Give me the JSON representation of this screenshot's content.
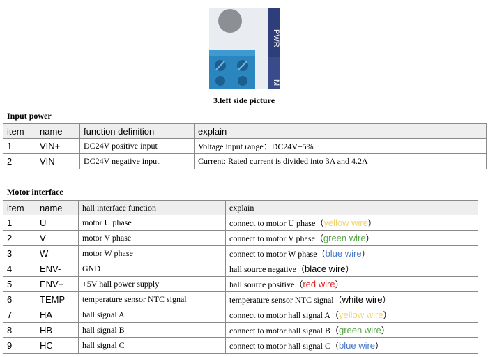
{
  "picture": {
    "caption": "3.left side picture",
    "silkscreen": "PWR",
    "silkscreen2": "M"
  },
  "input_power": {
    "title": "Input power",
    "headers": [
      "item",
      "name",
      "function definition",
      "explain"
    ],
    "rows": [
      {
        "item": "1",
        "name": "VIN+",
        "func": "DC24V positive input"
      },
      {
        "item": "2",
        "name": "VIN-",
        "func": "DC24V negative input"
      }
    ],
    "explain": [
      "Voltage input range：DC24V±5%",
      "Current: Rated current is divided into 3A and 4.2A"
    ]
  },
  "motor_interface": {
    "title": "Motor interface",
    "headers": [
      "item",
      "name",
      "hall interface function",
      "explain"
    ],
    "rows": [
      {
        "item": "1",
        "name": "U",
        "func": "motor U phase",
        "explain": "connect to motor U phase",
        "wire": "yellow wire",
        "color": "yellow"
      },
      {
        "item": "2",
        "name": "V",
        "func": "motor V phase",
        "explain": "connect to motor V phase",
        "wire": "green wire",
        "color": "green"
      },
      {
        "item": "3",
        "name": "W",
        "func": "motor W phase",
        "explain": "connect to motor W phase",
        "wire": "blue wire",
        "color": "blue"
      },
      {
        "item": "4",
        "name": "ENV-",
        "func": "GND",
        "explain": "hall source negative",
        "wire": "blace wire",
        "color": "black"
      },
      {
        "item": "5",
        "name": "ENV+",
        "func": "+5V hall power supply",
        "explain": "hall source positive",
        "wire": "red wire",
        "color": "red"
      },
      {
        "item": "6",
        "name": "TEMP",
        "func": "temperature sensor NTC signal",
        "explain": "temperature sensor NTC signal",
        "wire": "white wire",
        "color": "white"
      },
      {
        "item": "7",
        "name": "HA",
        "func": "hall signal A",
        "explain": "connect to motor hall signal A",
        "wire": "yellow wire",
        "color": "yellow"
      },
      {
        "item": "8",
        "name": "HB",
        "func": "hall signal B",
        "explain": "connect to motor hall signal B",
        "wire": "green wire",
        "color": "green"
      },
      {
        "item": "9",
        "name": "HC",
        "func": "hall signal C",
        "explain": "connect to motor hall signal C",
        "wire": "blue wire",
        "color": "blue"
      }
    ]
  }
}
